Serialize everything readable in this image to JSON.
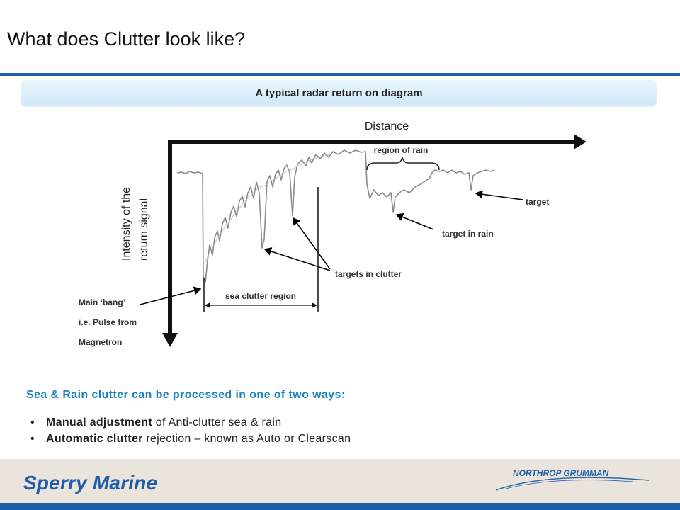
{
  "slide": {
    "title": "What does Clutter look like?",
    "banner": "A typical radar return on diagram"
  },
  "diagram": {
    "x_axis_label": "Distance",
    "y_axis_label_line1": "Intensity of the",
    "y_axis_label_line2": "return signal",
    "labels": {
      "region_of_rain": "region of rain",
      "target": "target",
      "target_in_rain": "target in rain",
      "targets_in_clutter": "targets in clutter",
      "sea_clutter_region": "sea clutter region",
      "main_bang_1": "Main ‘bang’",
      "main_bang_2": "i.e. Pulse from",
      "main_bang_3": "Magnetron"
    }
  },
  "body": {
    "lead": "Sea & Rain clutter can be processed in one of two ways:",
    "bullets": [
      {
        "bold": "Manual adjustment",
        "rest": " of Anti-clutter sea & rain"
      },
      {
        "bold": "Automatic clutter",
        "rest": " rejection – known as Auto or Clearscan"
      }
    ]
  },
  "footer": {
    "brand": "Sperry Marine",
    "partner": "NORTHROP GRUMMAN"
  },
  "colors": {
    "accent_blue": "#1f5fa8",
    "lead_blue": "#1e83c4",
    "footer_beige": "#ebe4dc"
  }
}
